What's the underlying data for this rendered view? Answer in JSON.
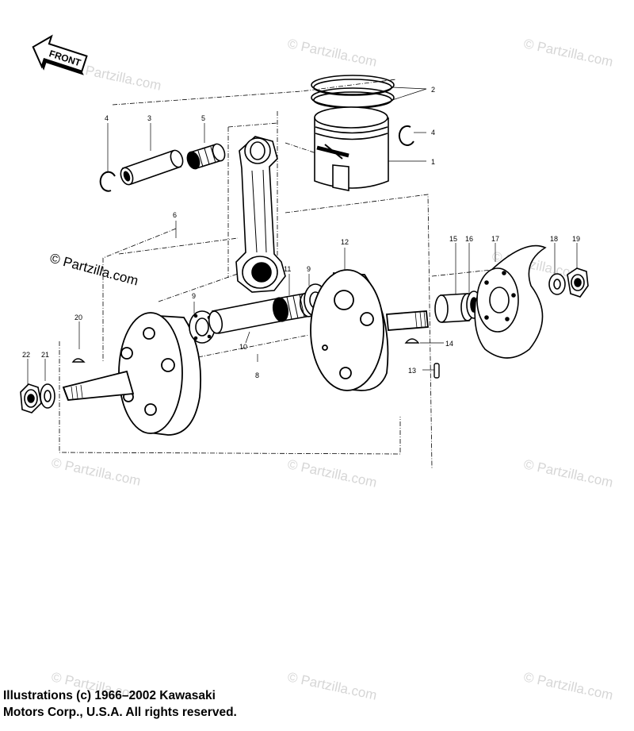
{
  "front_arrow": {
    "label": "FRONT"
  },
  "watermark": "© Partzilla.com",
  "copyright": {
    "line1": "Illustrations (c) 1966–2002 Kawasaki",
    "line2": "Motors Corp., U.S.A.  All rights reserved."
  },
  "callouts": [
    "1",
    "2",
    "3",
    "4",
    "4",
    "5",
    "6",
    "8",
    "9",
    "9",
    "10",
    "11",
    "12",
    "13",
    "14",
    "15",
    "16",
    "17",
    "18",
    "19",
    "20",
    "21",
    "22"
  ],
  "part_icons": [
    "piston-icon",
    "piston-rings-icon",
    "piston-pin-icon",
    "snap-ring-icon",
    "snap-ring-icon",
    "needle-bearing-icon",
    "connecting-rod-icon",
    "crankpin-icon",
    "thrust-washer-icon",
    "crank-flywheel-left-icon",
    "crank-flywheel-right-icon",
    "dowel-pin-icon",
    "woodruff-key-icon",
    "collar-icon",
    "oil-seal-icon",
    "rotor-icon",
    "washer-icon",
    "nut-icon"
  ]
}
